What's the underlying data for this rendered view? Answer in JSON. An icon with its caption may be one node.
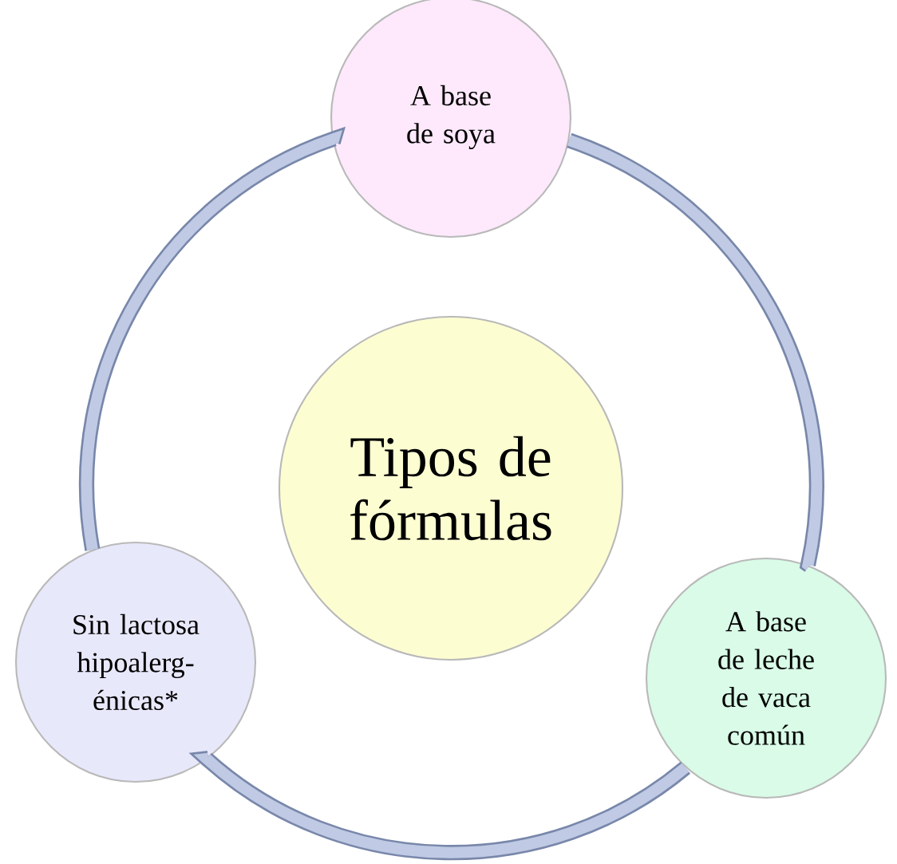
{
  "diagram": {
    "nodes": [
      {
        "text": [
          "A base de soya"
        ]
      },
      {
        "text": [
          "Tipos de fórmulas"
        ]
      },
      {
        "text": [
          "Sin lactosa hipoalerg- énicas*"
        ]
      },
      {
        "text": [
          "A base de leche de vaca común"
        ]
      }
    ],
    "edges": [
      {
        "from": 0,
        "to": 3,
        "arrow": "none"
      },
      {
        "from": 3,
        "to": 2,
        "arrow": "none"
      },
      {
        "from": 2,
        "to": 0,
        "arrow": "none"
      }
    ]
  }
}
